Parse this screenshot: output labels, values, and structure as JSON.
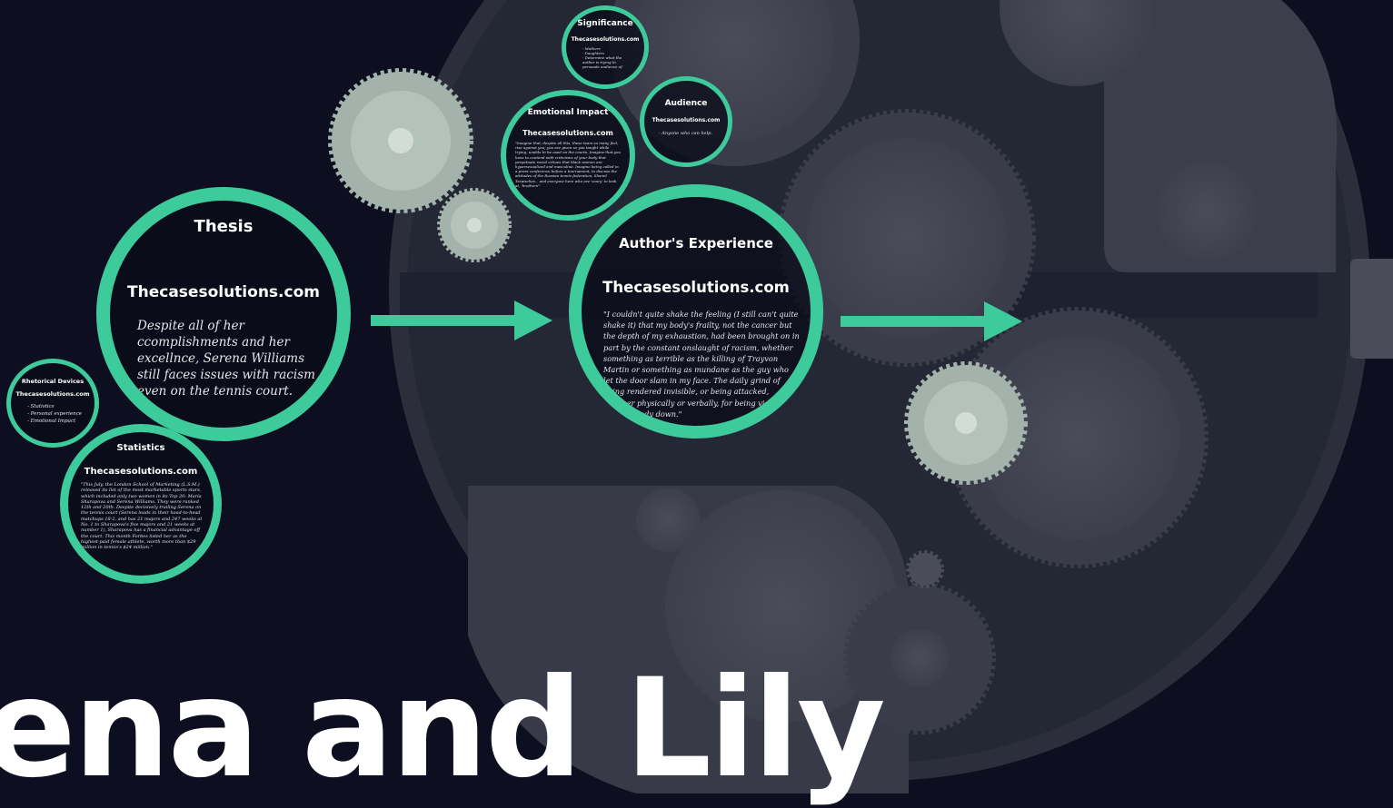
{
  "presentation_title": "ena and Lily",
  "colors": {
    "background": "#0d0e1f",
    "accent": "#3ecb9c",
    "gear": "#9eaea7",
    "machine": "#3a3d49"
  },
  "bubbles": {
    "thesis": {
      "title": "Thesis",
      "site": "Thecasesolutions.com",
      "body": "Despite all of her ccomplishments and her excellnce, Serena Williams still faces issues with racism even on the tennis court."
    },
    "author_experience": {
      "title": "Author's Experience",
      "site": "Thecasesolutions.com",
      "body": "\"I couldn't quite shake the feeling (I still can't quite shake it) that my body's frailty, not the cancer but the depth of my exhaustion, had been brought on in part by the constant onslaught of racism, whether something as terrible as the killing of Trayvon Martin or something as mundane as the guy who let the door slam in my face. The daily grind of being rendered invisible, or being attacked, whether physically or verbally, for being visible, wears a body down.\""
    },
    "significance": {
      "title": "Significance",
      "site": "Thecasesolutions.com",
      "items": [
        "Mothers",
        "Daughters",
        "Determine what the author is trying to persuade audience of"
      ]
    },
    "audience": {
      "title": "Audience",
      "site": "Thecasesolutions.com",
      "items": [
        "Anyone who can help."
      ]
    },
    "emotional_impact": {
      "title": "Emotional Impact",
      "site": "Thecasesolutions.com",
      "body": "\"Imagine that, despite all this, these tears so many feel, rise against you; you are given so you taught while trying, unable to be used on the courts. Imagine that you have to contend with criticisms of your body that perpetuate racial echoes that black women are hypersexualized and masculine. Imagine being called in a press conference before a tournament, to discuss the attitudes of the Russian tennis federation, Shamil Tarpischev... and everyone here who are 'scary' to look at, 'brothers'\""
    },
    "rhetorical_devices": {
      "title": "Rhetorical Devices",
      "site": "Thecasesolutions.com",
      "items": [
        "Statistics",
        "Personal experience",
        "Emotional Impact"
      ]
    },
    "statistics": {
      "title": "Statistics",
      "site": "Thecasesolutions.com",
      "body": "\"This July, the London School of Marketing (L.S.M.) released its list of the most marketable sports stars, which included only two women in its Top 20: Maria Sharapova and Serena Williams. They were ranked 12th and 20th. Despite decisively trailing Serena on the tennis court (Serena leads in their head-to-head matchups 18-2, and has 21 majors and 247 weeks at No. 1 to Sharapova's five majors and 21 weeks at number 1), Sharapova has a financial advantage off the court. This month Forbes listed her as the highest-paid female athlete, worth more than $29 million in tennis's $24 million.\""
    }
  }
}
